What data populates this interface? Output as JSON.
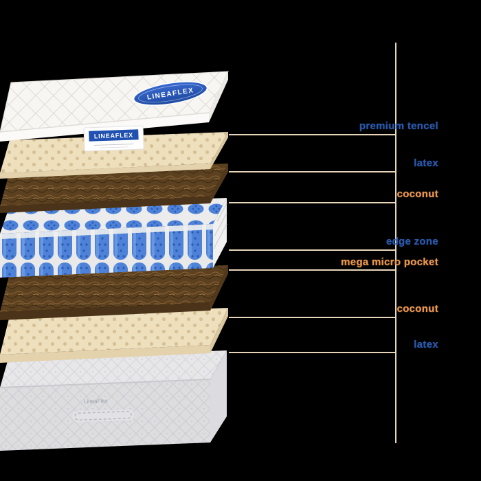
{
  "brand": {
    "badge": "LINEAFLEX",
    "tag": "LINEAFLEX",
    "base_logo": "LineaFlex"
  },
  "annotations": {
    "line_color": "#f3e2c4",
    "items": [
      {
        "label": "premium tencel",
        "color": "#2b58aa"
      },
      {
        "label": "latex",
        "color": "#2b58aa"
      },
      {
        "label": "coconut",
        "color": "#e8964e"
      },
      {
        "label": "edge zone",
        "color": "#2b58aa"
      },
      {
        "label": "mega micro pocket",
        "color": "#e8964e"
      },
      {
        "label": "coconut",
        "color": "#e8964e"
      },
      {
        "label": "latex",
        "color": "#2b58aa"
      }
    ]
  }
}
